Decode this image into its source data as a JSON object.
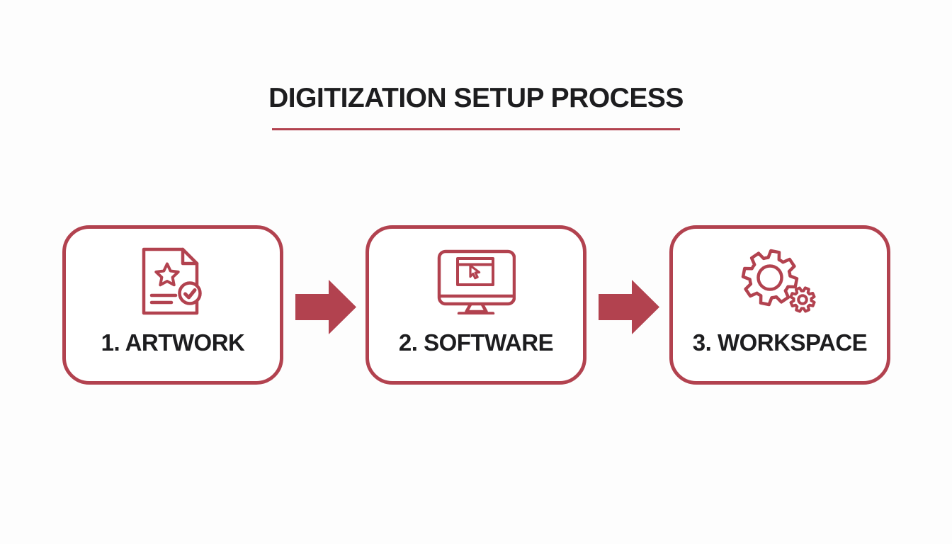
{
  "title": {
    "text": "DIGITIZATION SETUP PROCESS"
  },
  "steps": [
    {
      "label": "1. ARTWORK",
      "icon": "artwork-document-check-icon"
    },
    {
      "label": "2. SOFTWARE",
      "icon": "software-monitor-cursor-icon"
    },
    {
      "label": "3. WORKSPACE",
      "icon": "workspace-gears-icon"
    }
  ],
  "connectors": [
    {
      "icon": "arrow-right-icon"
    },
    {
      "icon": "arrow-right-icon"
    }
  ],
  "colors": {
    "accent": "#b2424f",
    "text": "#1d1d1f",
    "background": "#fdfdfd",
    "box_fill": "#ffffff"
  }
}
